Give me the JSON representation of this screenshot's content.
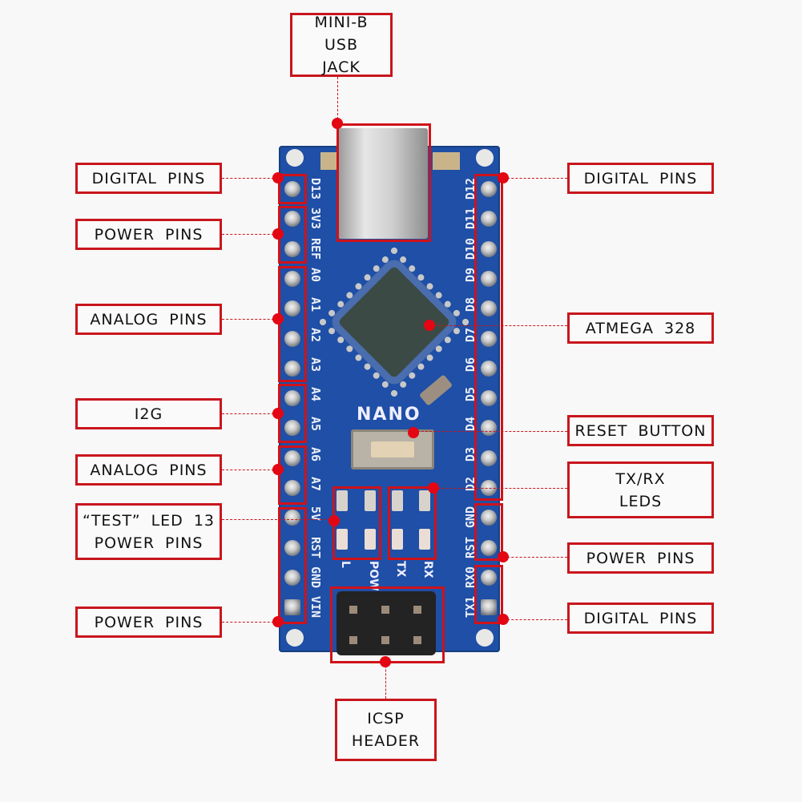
{
  "title": "Arduino Nano Pinout Diagram",
  "colors": {
    "accent": "#c8161d",
    "board": "#1f4fa6",
    "background": "#f8f8f8"
  },
  "labels": {
    "usb": [
      "MINI-B",
      "USB",
      "JACK"
    ],
    "left": [
      {
        "lines": [
          "DIGITAL  PINS"
        ]
      },
      {
        "lines": [
          "POWER  PINS"
        ]
      },
      {
        "lines": [
          "ANALOG  PINS"
        ]
      },
      {
        "lines": [
          "I2G"
        ]
      },
      {
        "lines": [
          "ANALOG  PINS"
        ]
      },
      {
        "lines": [
          "“TEST”  LED  13",
          "POWER   PINS"
        ]
      },
      {
        "lines": [
          "POWER  PINS"
        ]
      }
    ],
    "right": [
      {
        "lines": [
          "DIGITAL  PINS"
        ]
      },
      {
        "lines": [
          "ATMEGA  328"
        ]
      },
      {
        "lines": [
          "RESET  BUTTON"
        ]
      },
      {
        "lines": [
          "TX/RX",
          "LEDS"
        ]
      },
      {
        "lines": [
          "POWER  PINS"
        ]
      },
      {
        "lines": [
          "DIGITAL  PINS"
        ]
      }
    ],
    "icsp": [
      "ICSP",
      "HEADER"
    ]
  },
  "board": {
    "name": "NANO",
    "left_pins": [
      "D13",
      "3V3",
      "REF",
      "A0",
      "A1",
      "A2",
      "A3",
      "A4",
      "A5",
      "A6",
      "A7",
      "5V",
      "RST",
      "GND",
      "VIN"
    ],
    "right_pins": [
      "D12",
      "D11",
      "D10",
      "D9",
      "D8",
      "D7",
      "D6",
      "D5",
      "D4",
      "D3",
      "D2",
      "GND",
      "RST",
      "RX0",
      "TX1"
    ],
    "led_labels": [
      "L",
      "POW",
      "TX",
      "RX"
    ]
  }
}
